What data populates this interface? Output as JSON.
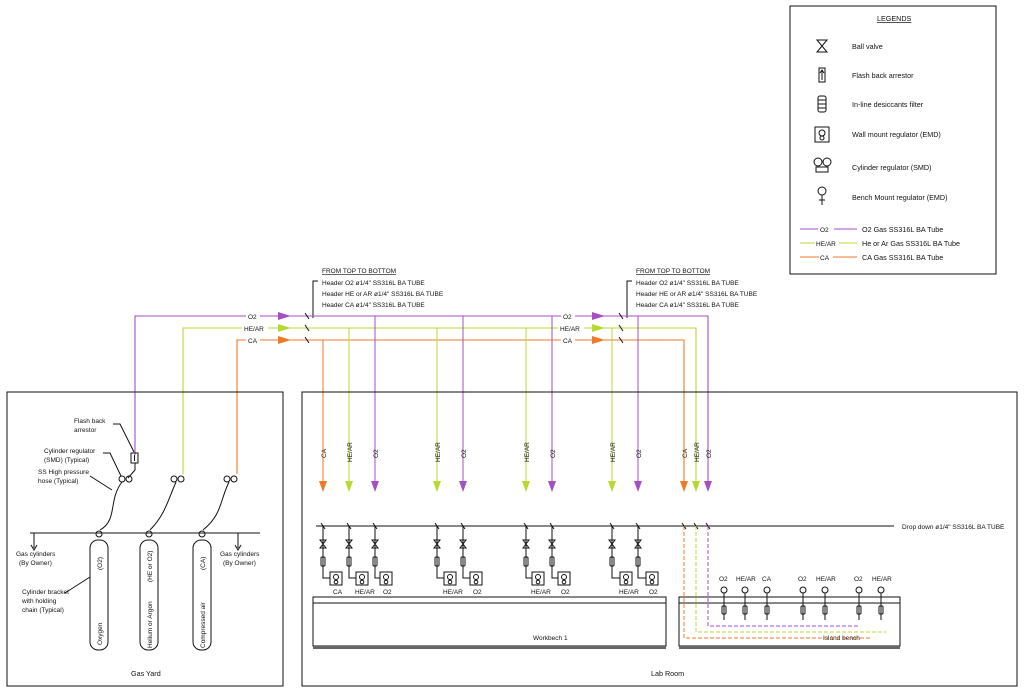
{
  "legend": {
    "title": "LEGENDS",
    "items": {
      "ball_valve": "Ball valve",
      "flash_arrestor": "Flash back arrestor",
      "filter": "In-line desiccants filter",
      "wall_regulator": "Wall mount regulator (EMD)",
      "cylinder_regulator": "Cylinder regulator (SMD)",
      "bench_regulator": "Bench Mount regulator (EMD)"
    },
    "lines": {
      "o2_tag": "O2",
      "o2_text": "O2 Gas SS316L BA Tube",
      "he_tag": "HE/AR",
      "he_text": "He or Ar Gas SS316L BA Tube",
      "ca_tag": "CA",
      "ca_text": "CA Gas SS316L BA Tube"
    }
  },
  "headers": {
    "title": "FROM TOP TO BOTTOM",
    "o2": "Header O2 ø1/4\" SS316L BA TUBE",
    "he": "Header HE or AR ø1/4\" SS316L BA TUBE",
    "ca": "Header CA ø1/4\" SS316L BA TUBE"
  },
  "pipe_tags": {
    "o2": "O2",
    "he": "HE/AR",
    "ca": "CA"
  },
  "gas_yard": {
    "title": "Gas Yard",
    "flash_label_1": "Flash back",
    "flash_label_2": "arrestor",
    "reg_label_1": "Cylinder regulator",
    "reg_label_2": "(SMD) (Typical)",
    "hose_label_1": "SS High pressure",
    "hose_label_2": "hose (Typical)",
    "gc_left_1": "Gas cylinders",
    "gc_left_2": "(By Owner)",
    "gc_right_1": "Gas cylinders",
    "gc_right_2": "(By Owner)",
    "bracket_1": "Cylinder bracket",
    "bracket_2": "with holding",
    "bracket_3": "chain (Typical)",
    "cyl1_top": "(O2)",
    "cyl1_name": "Oxygen",
    "cyl2_top": "(HE or O2)",
    "cyl2_name": "Helium or Argon",
    "cyl3_top": "(CA)",
    "cyl3_name": "Compressed air"
  },
  "lab_room": {
    "title": "Lab Room",
    "workbench": "Workbech 1",
    "island": "Island bench",
    "dropdown": "Drop down ø1/4\" SS316L BA TUBE",
    "wall_labels": {
      "ca": "CA",
      "he": "HE/AR",
      "o2": "O2"
    },
    "island_labels": {
      "o2": "O2",
      "he": "HE/AR",
      "ca": "CA"
    }
  },
  "colors": {
    "o2": "#a64fc4",
    "he": "#b8d832",
    "ca": "#f07a28",
    "line": "#111111"
  }
}
